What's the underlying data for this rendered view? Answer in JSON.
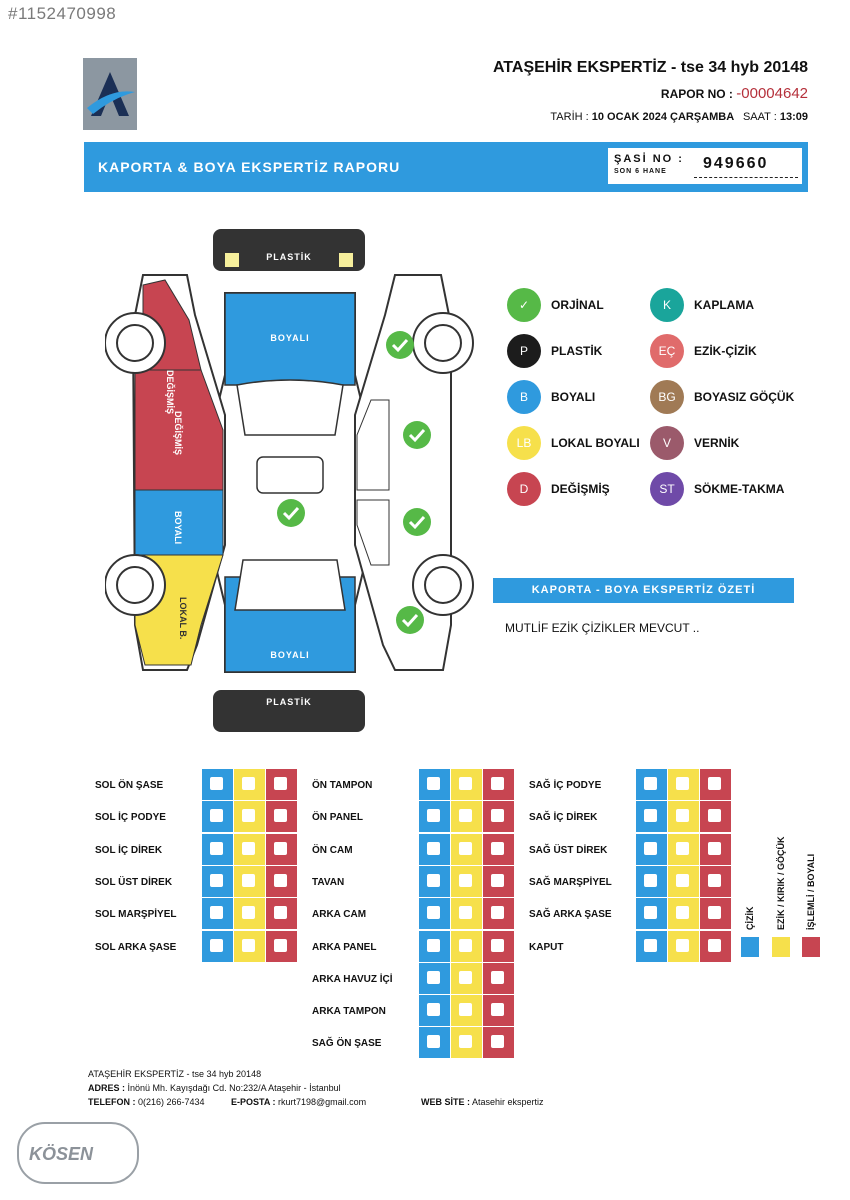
{
  "ad_id": "#1152470998",
  "header": {
    "company": "ATAŞEHİR EKSPERTİZ - tse 34 hyb 20148",
    "rapor_label": "RAPOR NO :",
    "rapor_no": "-00004642",
    "tarih_label": "TARİH :",
    "tarih": "10 OCAK 2024 ÇARŞAMBA",
    "saat_label": "SAAT :",
    "saat": "13:09"
  },
  "banner": {
    "title": "KAPORTA & BOYA EKSPERTİZ RAPORU",
    "sasi_label": "ŞASİ NO :",
    "sasi_sub": "SON 6 HANE",
    "sasi_value": "949660"
  },
  "diagram": {
    "plastik_front": "PLASTİK",
    "plastik_rear": "PLASTİK",
    "hood": "BOYALI",
    "trunk": "BOYALI",
    "left_front": "DEĞİŞMİŞ",
    "left_front_door": "DEĞİŞMİŞ",
    "left_rear_door": "BOYALI",
    "left_rear": "LOKAL B."
  },
  "legend": [
    {
      "code": "✓",
      "label": "ORJİNAL",
      "color": "#56b947"
    },
    {
      "code": "P",
      "label": "PLASTİK",
      "color": "#1c1c1c"
    },
    {
      "code": "B",
      "label": "BOYALI",
      "color": "#2f9ade"
    },
    {
      "code": "LB",
      "label": "LOKAL BOYALI",
      "color": "#f6e04b"
    },
    {
      "code": "D",
      "label": "DEĞİŞMİŞ",
      "color": "#c74551"
    },
    {
      "code": "K",
      "label": "KAPLAMA",
      "color": "#1aa59b"
    },
    {
      "code": "EÇ",
      "label": "EZİK-ÇİZİK",
      "color": "#e06b6b"
    },
    {
      "code": "BG",
      "label": "BOYASIZ GÖÇÜK",
      "color": "#a07a55"
    },
    {
      "code": "V",
      "label": "VERNİK",
      "color": "#9b5a6b"
    },
    {
      "code": "ST",
      "label": "SÖKME-TAKMA",
      "color": "#6f4aa8"
    }
  ],
  "summary": {
    "title": "KAPORTA - BOYA EKSPERTİZ ÖZETİ",
    "text": "MUTLİF EZİK ÇİZİKLER MEVCUT .."
  },
  "table": {
    "col1": [
      "SOL ÖN ŞASE",
      "SOL İÇ PODYE",
      "SOL İÇ DİREK",
      "SOL ÜST DİREK",
      "SOL MARŞPİYEL",
      "SOL ARKA ŞASE"
    ],
    "col2": [
      "ÖN TAMPON",
      "ÖN PANEL",
      "ÖN CAM",
      "TAVAN",
      "ARKA CAM",
      "ARKA PANEL",
      "ARKA HAVUZ İÇİ",
      "ARKA TAMPON",
      "SAĞ ÖN ŞASE"
    ],
    "col3": [
      "SAĞ İÇ PODYE",
      "SAĞ İÇ DİREK",
      "SAĞ ÜST DİREK",
      "SAĞ MARŞPİYEL",
      "SAĞ ARKA ŞASE",
      "KAPUT"
    ],
    "vert": [
      "ÇİZİK",
      "EZİK / KIRIK / GÖÇÜK",
      "İŞLEMLİ / BOYALI"
    ]
  },
  "footer": {
    "company": "ATAŞEHİR EKSPERTİZ - tse 34 hyb 20148",
    "adres_label": "ADRES :",
    "adres": "İnönü Mh. Kayışdağı Cd. No:232/A Ataşehir - İstanbul",
    "telefon_label": "TELEFON :",
    "telefon": "0(216) 266-7434",
    "eposta_label": "E-POSTA :",
    "eposta": "rkurt7198@gmail.com",
    "web_label": "WEB SİTE :",
    "web": "Atasehir ekspertiz",
    "brand": "KÖSEN"
  }
}
